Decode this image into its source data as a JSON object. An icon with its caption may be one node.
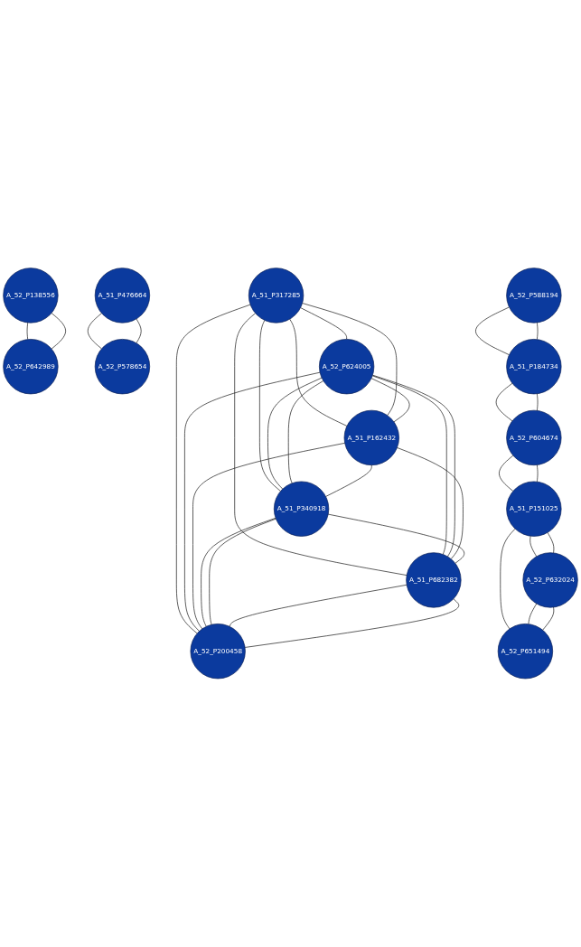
{
  "diagram": {
    "nodes": [
      {
        "text": [
          "A_52_P588194"
        ]
      },
      {
        "text": [
          "A_51_P184734"
        ]
      },
      {
        "text": [
          "A_52_P604674"
        ]
      },
      {
        "text": [
          "A_51_P151025"
        ]
      },
      {
        "text": [
          "A_52_P632024"
        ]
      },
      {
        "text": [
          "A_52_P651494"
        ]
      },
      {
        "text": [
          "A_51_P317285"
        ]
      },
      {
        "text": [
          "A_52_P624005"
        ]
      },
      {
        "text": [
          "A_51_P162432"
        ]
      },
      {
        "text": [
          "A_51_P340918"
        ]
      },
      {
        "text": [
          "A_51_P682382"
        ]
      },
      {
        "text": [
          "A_52_P200458"
        ]
      },
      {
        "text": [
          "A_51_P476664"
        ]
      },
      {
        "text": [
          "A_52_P578654"
        ]
      },
      {
        "text": [
          "A_52_P138556"
        ]
      },
      {
        "text": [
          "A_52_P642989"
        ]
      }
    ],
    "edges": [
      {
        "from": 0,
        "to": 1,
        "arrow": "none"
      },
      {
        "from": 0,
        "to": 1,
        "arrow": "none"
      },
      {
        "from": 1,
        "to": 2,
        "arrow": "none"
      },
      {
        "from": 1,
        "to": 2,
        "arrow": "none"
      },
      {
        "from": 2,
        "to": 3,
        "arrow": "none"
      },
      {
        "from": 2,
        "to": 3,
        "arrow": "none"
      },
      {
        "from": 3,
        "to": 4,
        "arrow": "none"
      },
      {
        "from": 3,
        "to": 4,
        "arrow": "none"
      },
      {
        "from": 3,
        "to": 5,
        "arrow": "none"
      },
      {
        "from": 4,
        "to": 5,
        "arrow": "none"
      },
      {
        "from": 4,
        "to": 5,
        "arrow": "none"
      },
      {
        "from": 6,
        "to": 7,
        "arrow": "none"
      },
      {
        "from": 6,
        "to": 8,
        "arrow": "none"
      },
      {
        "from": 6,
        "to": 8,
        "arrow": "none"
      },
      {
        "from": 6,
        "to": 9,
        "arrow": "none"
      },
      {
        "from": 6,
        "to": 10,
        "arrow": "none"
      },
      {
        "from": 6,
        "to": 11,
        "arrow": "none"
      },
      {
        "from": 7,
        "to": 8,
        "arrow": "none"
      },
      {
        "from": 7,
        "to": 9,
        "arrow": "none"
      },
      {
        "from": 7,
        "to": 9,
        "arrow": "none"
      },
      {
        "from": 7,
        "to": 10,
        "arrow": "none"
      },
      {
        "from": 7,
        "to": 10,
        "arrow": "none"
      },
      {
        "from": 7,
        "to": 11,
        "arrow": "none"
      },
      {
        "from": 8,
        "to": 9,
        "arrow": "none"
      },
      {
        "from": 8,
        "to": 10,
        "arrow": "none"
      },
      {
        "from": 8,
        "to": 11,
        "arrow": "none"
      },
      {
        "from": 9,
        "to": 10,
        "arrow": "none"
      },
      {
        "from": 9,
        "to": 11,
        "arrow": "none"
      },
      {
        "from": 9,
        "to": 11,
        "arrow": "none"
      },
      {
        "from": 10,
        "to": 11,
        "arrow": "none"
      },
      {
        "from": 10,
        "to": 11,
        "arrow": "none"
      },
      {
        "from": 12,
        "to": 13,
        "arrow": "none"
      },
      {
        "from": 12,
        "to": 13,
        "arrow": "none"
      },
      {
        "from": 14,
        "to": 15,
        "arrow": "none"
      },
      {
        "from": 14,
        "to": 15,
        "arrow": "none"
      }
    ]
  }
}
